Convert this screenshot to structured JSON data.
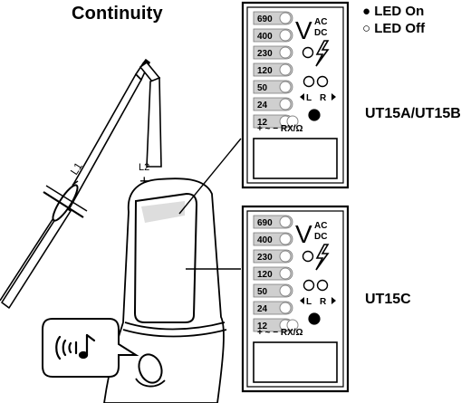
{
  "title": "Continuity",
  "legend": {
    "on": "LED On",
    "off": "LED Off"
  },
  "probes": {
    "l1": "L1",
    "l2": "L2",
    "l2_sign": "+"
  },
  "panels": [
    {
      "model": "UT15A/UT15B",
      "voltages": [
        "690",
        "400",
        "230",
        "120",
        "50",
        "24",
        "12"
      ],
      "v_symbol": "V",
      "ac": "AC",
      "dc": "DC",
      "left_label": "L",
      "right_label": "R",
      "bottom_row": "+ ~ − RX/Ω"
    },
    {
      "model": "UT15C",
      "voltages": [
        "690",
        "400",
        "230",
        "120",
        "50",
        "24",
        "12"
      ],
      "v_symbol": "V",
      "ac": "AC",
      "dc": "DC",
      "left_label": "L",
      "right_label": "R",
      "bottom_row": "+ ~ − RX/Ω"
    }
  ],
  "icons": [
    "sound-icon",
    "lightning-icon"
  ]
}
